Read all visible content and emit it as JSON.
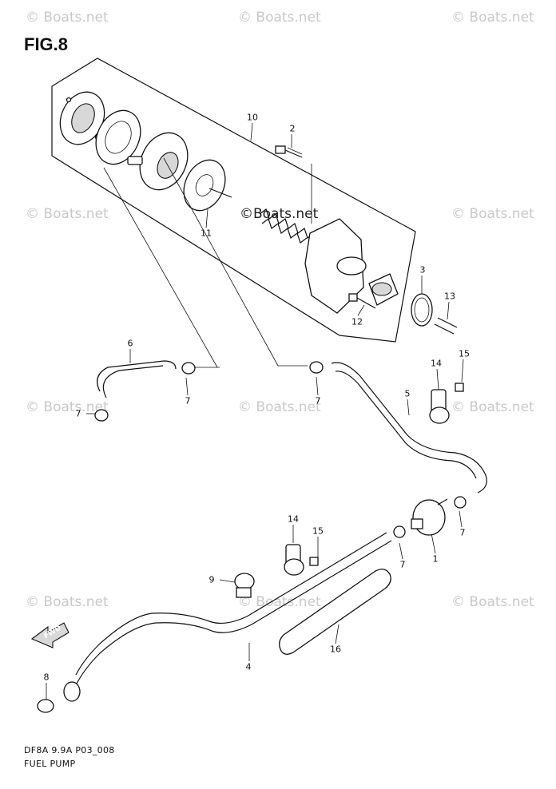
{
  "figure_title": "FIG.8",
  "watermark_text": "© Boats.net",
  "center_watermark_text": "©Boats.net",
  "footer": {
    "model_code": "DF8A 9.9A P03_008",
    "section_name": "FUEL PUMP"
  },
  "fwd_label": "FWD",
  "callouts": [
    "10",
    "2",
    "11",
    "3",
    "13",
    "12",
    "6",
    "7",
    "7",
    "7",
    "14",
    "15",
    "5",
    "7",
    "1",
    "7",
    "14",
    "15",
    "9",
    "4",
    "16",
    "8"
  ]
}
